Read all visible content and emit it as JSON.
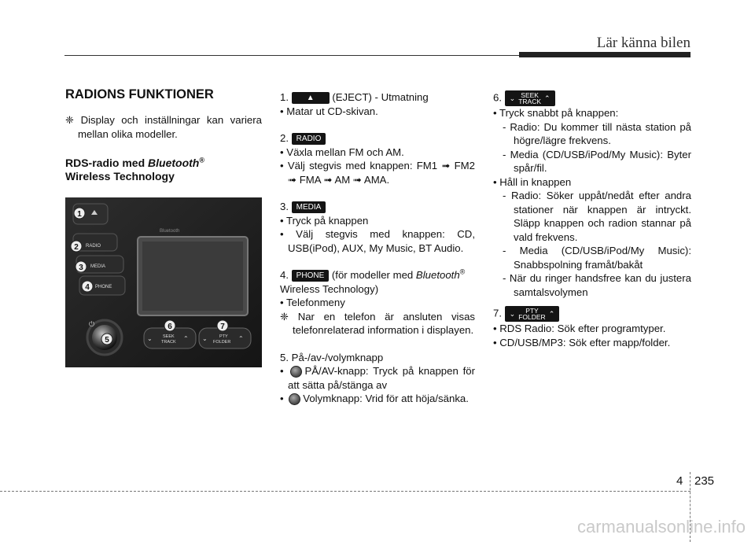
{
  "header": {
    "title": "Lär känna bilen"
  },
  "col1": {
    "heading": "RADIONS FUNKTIONER",
    "note_symbol": "❈",
    "note": "Display och inställningar kan variera mellan olika modeller.",
    "sub_heading_prefix": "RDS-radio med ",
    "sub_heading_brand": "Bluetooth",
    "sub_heading_reg": "®",
    "sub_heading_line2": "Wireless Technology"
  },
  "photo_labels": {
    "n1": "1",
    "n2": "2",
    "n3": "3",
    "n4": "4",
    "n5": "5",
    "n6": "6",
    "n7": "7",
    "radio": "RADIO",
    "media": "MEDIA",
    "phone": "PHONE",
    "seek": "SEEK",
    "track": "TRACK",
    "pty": "PTY",
    "folder": "FOLDER",
    "bluetooth": "Bluetooth"
  },
  "col2": {
    "i1_num": "1.",
    "i1_text": "(EJECT) - Utmatning",
    "i1_b1": "• Matar ut CD-skivan.",
    "i2_num": "2.",
    "i2_btn": "RADIO",
    "i2_b1": "• Växla mellan FM och AM.",
    "i2_b2": "• Välj stegvis med knappen: FM1 ➟ FM2 ➟ FMA ➟ AM ➟ AMA.",
    "i3_num": "3.",
    "i3_btn": "MEDIA",
    "i3_b1": "• Tryck på knappen",
    "i3_b2": "• Välj stegvis med knappen: CD, USB(iPod), AUX, My Music, BT Audio.",
    "i4_num": "4.",
    "i4_btn": "PHONE",
    "i4_text_prefix": "(för modeller med ",
    "i4_text_brand": "Bluetooth",
    "i4_reg": "®",
    "i4_text_line2": "Wireless Technology)",
    "i4_b1": "• Telefonmeny",
    "i4_note_symbol": "❈",
    "i4_note": "Nar en telefon är ansluten visas telefonrelaterad information i displayen.",
    "i5_title": "5. På-/av-/volymknapp",
    "i5_b1": "PÅ/AV-knapp: Tryck på knappen för att sätta på/stänga av",
    "i5_b2": "Volymknapp: Vrid för att höja/sänka."
  },
  "col3": {
    "i6_num": "6.",
    "i6_btn_l1": "SEEK",
    "i6_btn_l2": "TRACK",
    "b1": "• Tryck snabbt på knappen:",
    "s1": "- Radio: Du kommer till nästa station på högre/lägre frekvens.",
    "s2": "- Media (CD/USB/iPod/My Music): Byter spår/fil.",
    "b2": "• Håll in knappen",
    "s3": "- Radio: Söker uppåt/nedåt efter andra stationer när knappen är intryckt. Släpp knappen och radion stannar på vald frekvens.",
    "s4": "- Media (CD/USB/iPod/My Music): Snabbspolning framåt/bakåt",
    "s5": "- När du ringer handsfree kan du justera samtalsvolymen",
    "i7_num": "7.",
    "i7_btn_l1": "PTY",
    "i7_btn_l2": "FOLDER",
    "b3": "• RDS Radio: Sök efter programtyper.",
    "b4": "• CD/USB/MP3: Sök efter mapp/folder."
  },
  "footer": {
    "chapter": "4",
    "page": "235"
  },
  "watermark": "carmanualsonline.info"
}
